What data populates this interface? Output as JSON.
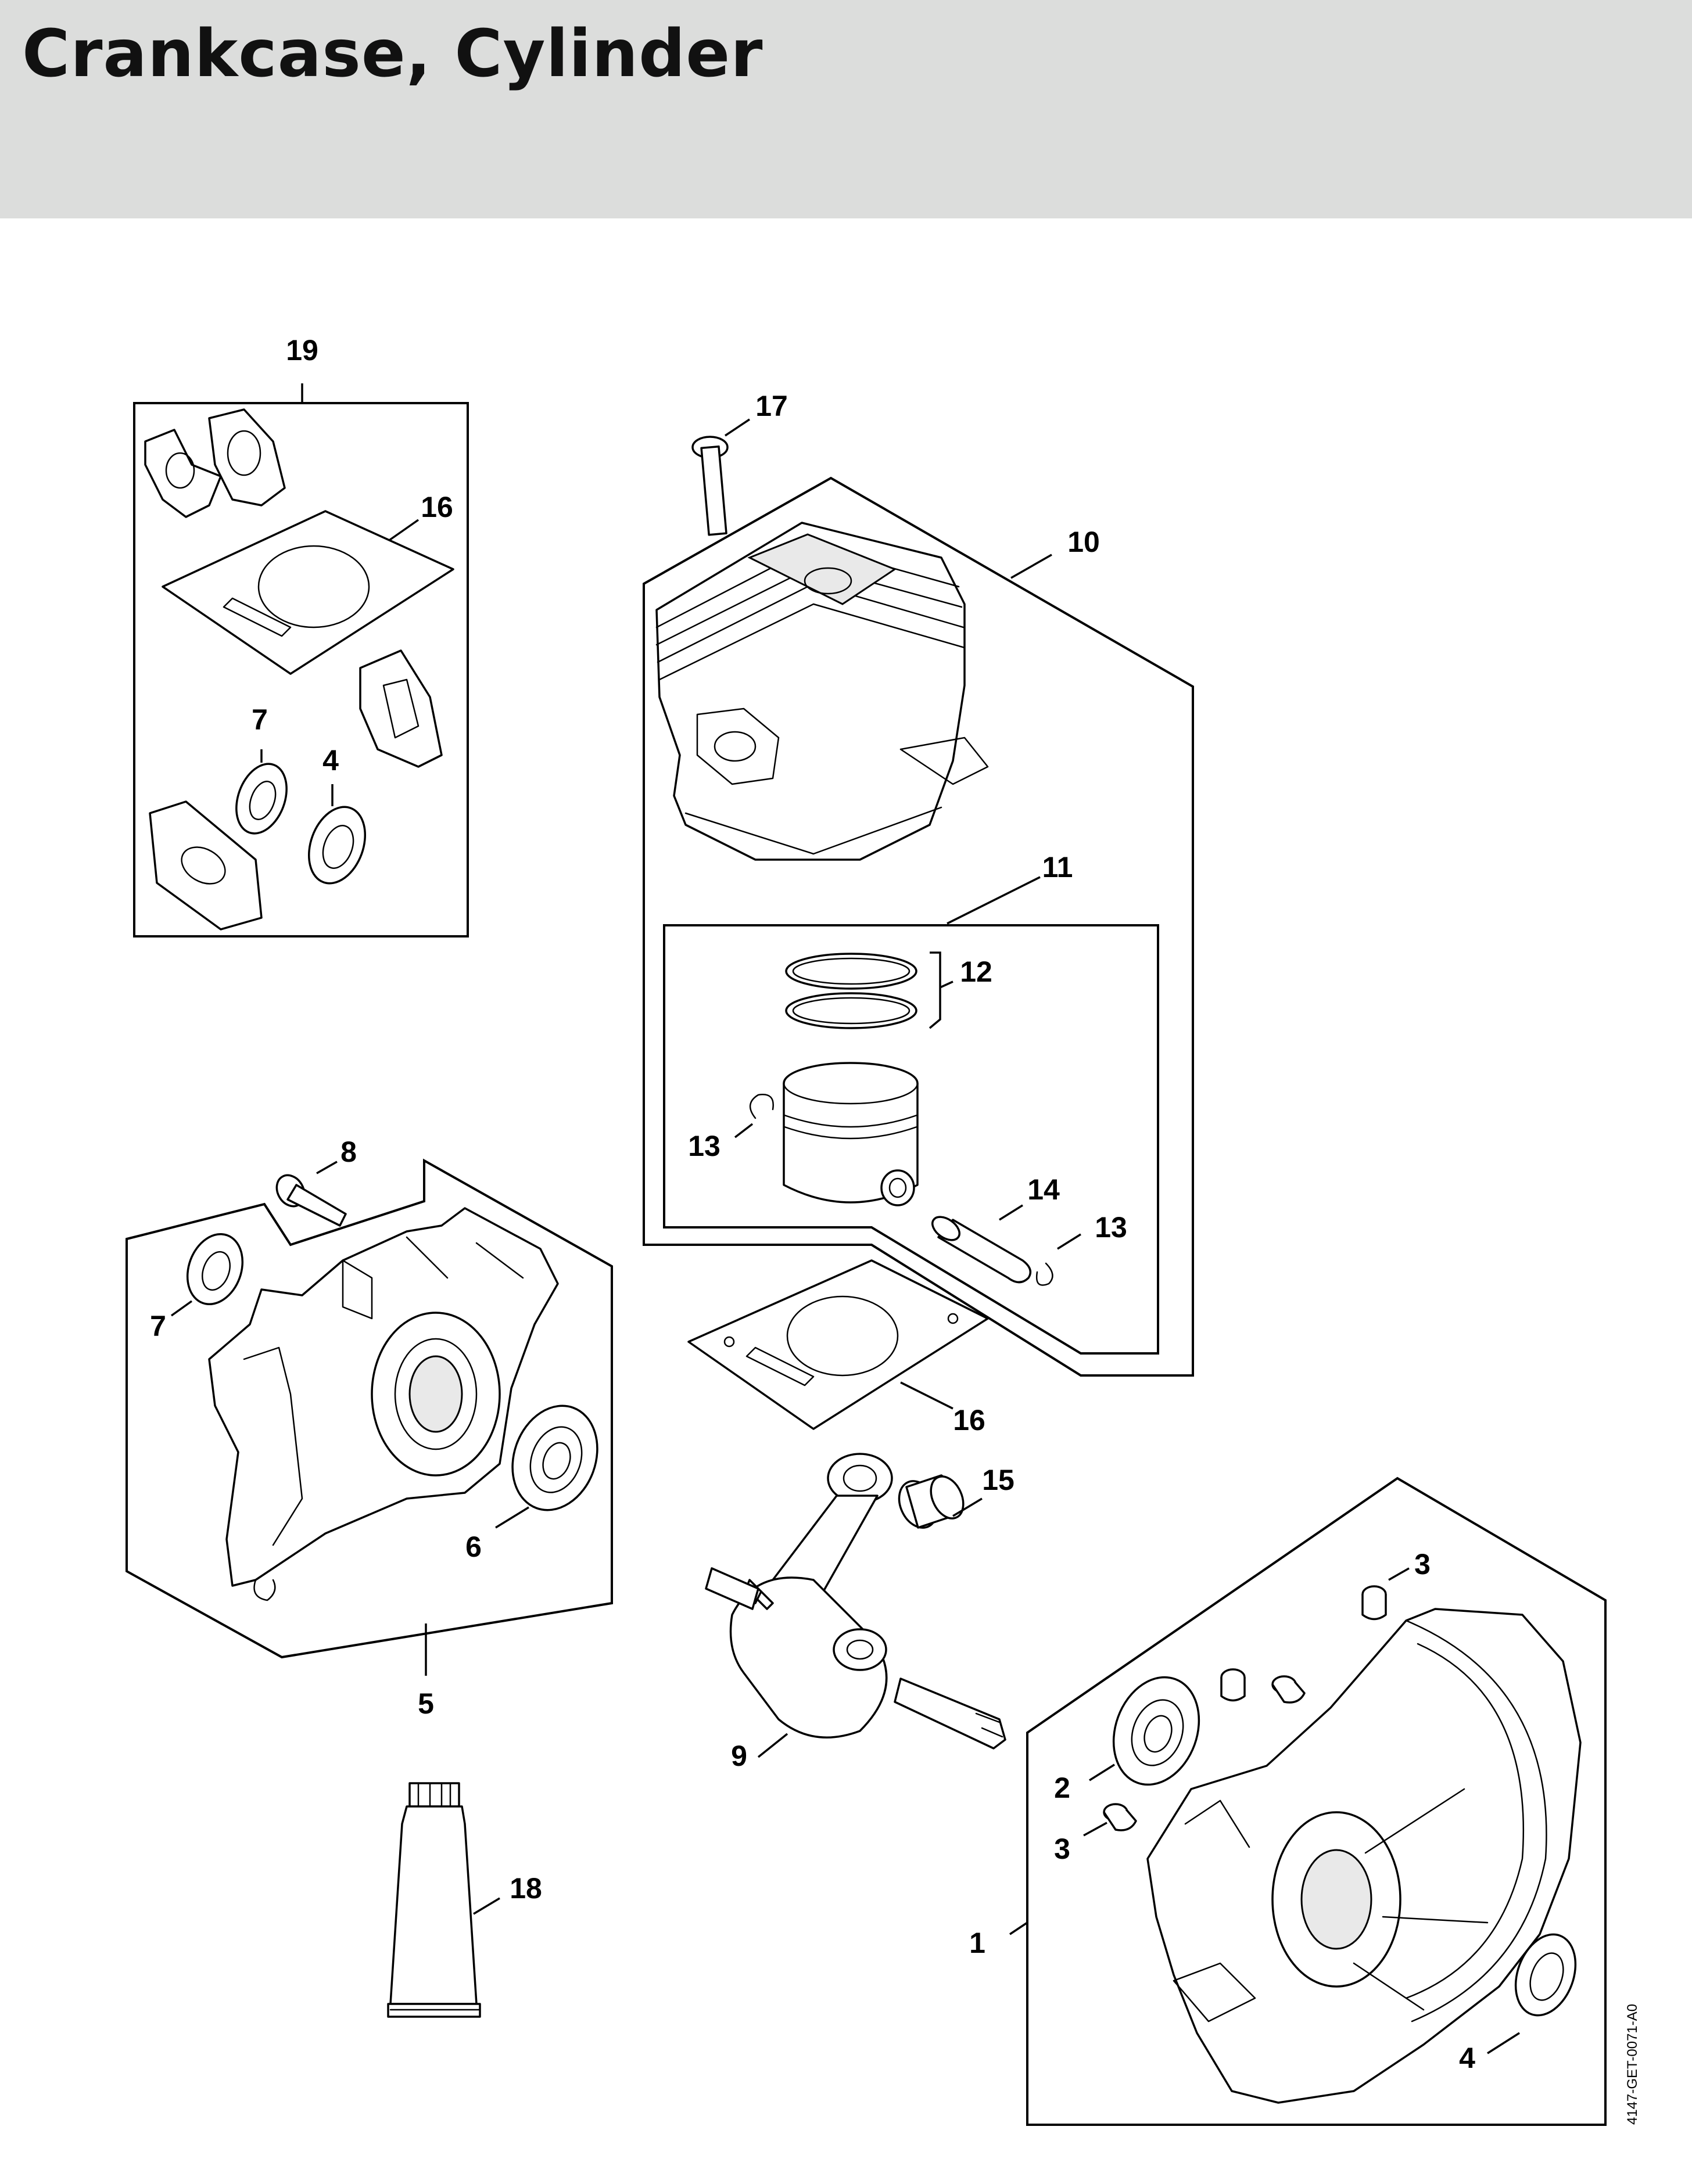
{
  "page": {
    "title": "Crankcase, Cylinder",
    "ref_code": "4147-GET-0071-A0"
  },
  "callouts": [
    {
      "key": "c19",
      "text": "19"
    },
    {
      "key": "c16a",
      "text": "16"
    },
    {
      "key": "c7a",
      "text": "7"
    },
    {
      "key": "c4a",
      "text": "4"
    },
    {
      "key": "c17",
      "text": "17"
    },
    {
      "key": "c10",
      "text": "10"
    },
    {
      "key": "c11",
      "text": "11"
    },
    {
      "key": "c12",
      "text": "12"
    },
    {
      "key": "c13a",
      "text": "13"
    },
    {
      "key": "c14",
      "text": "14"
    },
    {
      "key": "c13b",
      "text": "13"
    },
    {
      "key": "c8",
      "text": "8"
    },
    {
      "key": "c7b",
      "text": "7"
    },
    {
      "key": "c6",
      "text": "6"
    },
    {
      "key": "c5",
      "text": "5"
    },
    {
      "key": "c16b",
      "text": "16"
    },
    {
      "key": "c15",
      "text": "15"
    },
    {
      "key": "c9",
      "text": "9"
    },
    {
      "key": "c3a",
      "text": "3"
    },
    {
      "key": "c2",
      "text": "2"
    },
    {
      "key": "c3b",
      "text": "3"
    },
    {
      "key": "c1",
      "text": "1"
    },
    {
      "key": "c18",
      "text": "18"
    },
    {
      "key": "c4b",
      "text": "4"
    }
  ]
}
